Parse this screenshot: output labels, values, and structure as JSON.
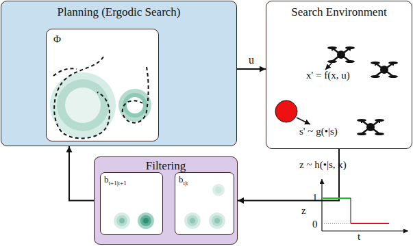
{
  "diagram": {
    "nodes": [
      {
        "text": [
          "Planning (Ergodic Search)"
        ]
      },
      {
        "text": [
          "Φ"
        ],
        "in": 0
      },
      {
        "text": [
          "Search Environment"
        ]
      },
      {
        "text": [
          "Filtering"
        ]
      },
      {
        "text": [
          "bt+1|t+1"
        ],
        "in": 3
      },
      {
        "text": [
          "bt|t"
        ],
        "in": 3
      }
    ],
    "edges": [
      {
        "from": 0,
        "to": 2,
        "arrow": "to",
        "label": "u"
      },
      {
        "from": 2,
        "to": 3,
        "arrow": "to"
      },
      {
        "from": 3,
        "to": 0,
        "arrow": "to"
      },
      {
        "from": 5,
        "to": 4,
        "arrow": "to"
      }
    ],
    "labels": [
      "x' = f(x, u)",
      "s' ~ g(•|s)",
      "z ~ h(•|s, x)",
      "1",
      "0",
      "z",
      "t"
    ]
  }
}
